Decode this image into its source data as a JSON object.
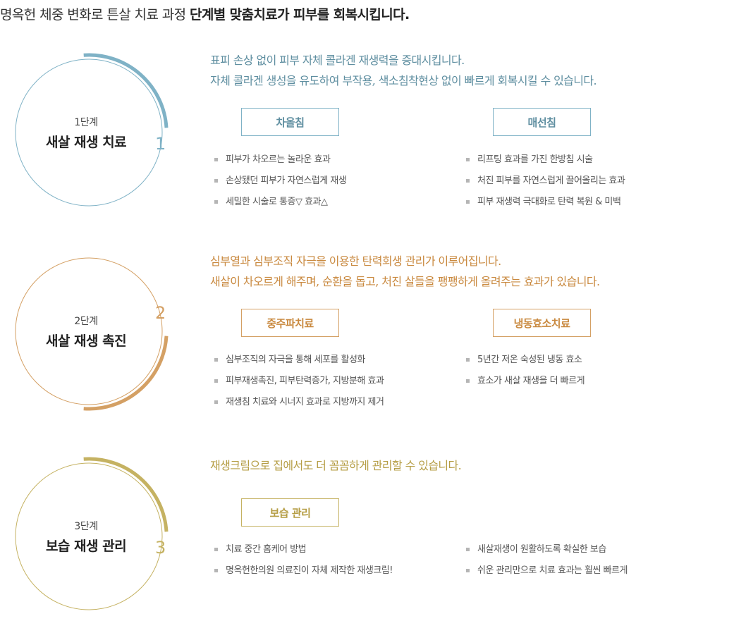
{
  "headline": {
    "normal": "명옥헌 체중 변화로 튼살 치료 과정 ",
    "bold": "단계별 맞춤치료가 피부를 회복시킵니다."
  },
  "colors": {
    "stage1": "#7fb2c6",
    "stage2": "#d4a064",
    "stage3": "#c5b262"
  },
  "stages": [
    {
      "step": "1단계",
      "title": "새살 재생 치료",
      "number": "1",
      "desc": [
        "표피 손상 없이 피부 자체 콜라겐 재생력을 증대시킵니다.",
        "자체 콜라겐 생성을 유도하여 부작용, 색소침착현상 없이 빠르게 회복시킬 수 있습니다."
      ],
      "treatments": [
        {
          "name": "차올침",
          "items": [
            "피부가 차오르는 놀라운 효과",
            "손상됐던 피부가 자연스럽게 재생",
            "세밀한 시술로 통증▽ 효과△"
          ]
        },
        {
          "name": "매선침",
          "items": [
            "리프팅 효과를 가진 한방침 시술",
            "처진 피부를 자연스럽게 끌어올리는 효과",
            "피부 재생력 극대화로 탄력 복원 & 미백"
          ]
        }
      ]
    },
    {
      "step": "2단계",
      "title": "새살 재생 촉진",
      "number": "2",
      "desc": [
        "심부열과 심부조직 자극을 이용한 탄력회생 관리가 이루어집니다.",
        "새살이 차오르게 해주며, 순환을 돕고, 처진 살들을 팽팽하게 올려주는 효과가 있습니다."
      ],
      "treatments": [
        {
          "name": "중주파치료",
          "items": [
            "심부조직의 자극을 통해 세포를 활성화",
            "피부재생촉진, 피부탄력증가, 지방분해 효과",
            "재생침 치료와 시너지 효과로 지방까지 제거"
          ]
        },
        {
          "name": "냉동효소치료",
          "items": [
            "5년간 저온 숙성된 냉동 효소",
            "효소가 새살 재생을 더 빠르게"
          ]
        }
      ]
    },
    {
      "step": "3단계",
      "title": "보습 재생 관리",
      "number": "3",
      "desc": [
        "재생크림으로 집에서도 더 꼼꼼하게 관리할 수 있습니다."
      ],
      "treatments": [
        {
          "name": "보습 관리",
          "items": [
            "치료 중간 홈케어 방법",
            "명옥헌한의원 의료진이 자체 제작한 재생크림!"
          ]
        }
      ],
      "extra_items": [
        "새살재생이 원활하도록 확실한 보습",
        "쉬운 관리만으로 치료 효과는 훨씬 빠르게"
      ]
    }
  ]
}
